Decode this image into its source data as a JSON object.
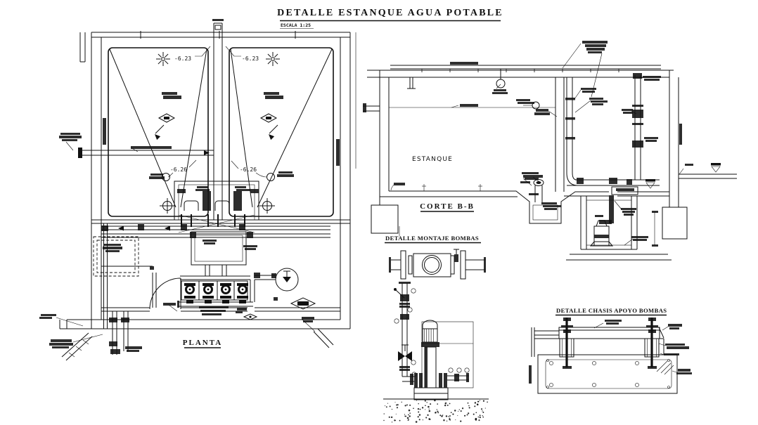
{
  "drawing": {
    "title": "DETALLE ESTANQUE AGUA POTABLE",
    "scale_note": "ESCALA 1:25",
    "background_color": "#ffffff",
    "line_color": "#111111"
  },
  "plan_view": {
    "label": "PLANTA",
    "ceiling_elevation_left": "-6.23",
    "ceiling_elevation_right": "-6.23",
    "floor_elevation_left": "-6.26",
    "floor_elevation_right": "-6.26"
  },
  "section_view": {
    "label": "CORTE B-B",
    "tank_label": "ESTANQUE"
  },
  "pump_mount_detail": {
    "title": "DETALLE MONTAJE BOMBAS"
  },
  "chassis_detail": {
    "title": "DETALLE CHASIS APOYO BOMBAS"
  }
}
